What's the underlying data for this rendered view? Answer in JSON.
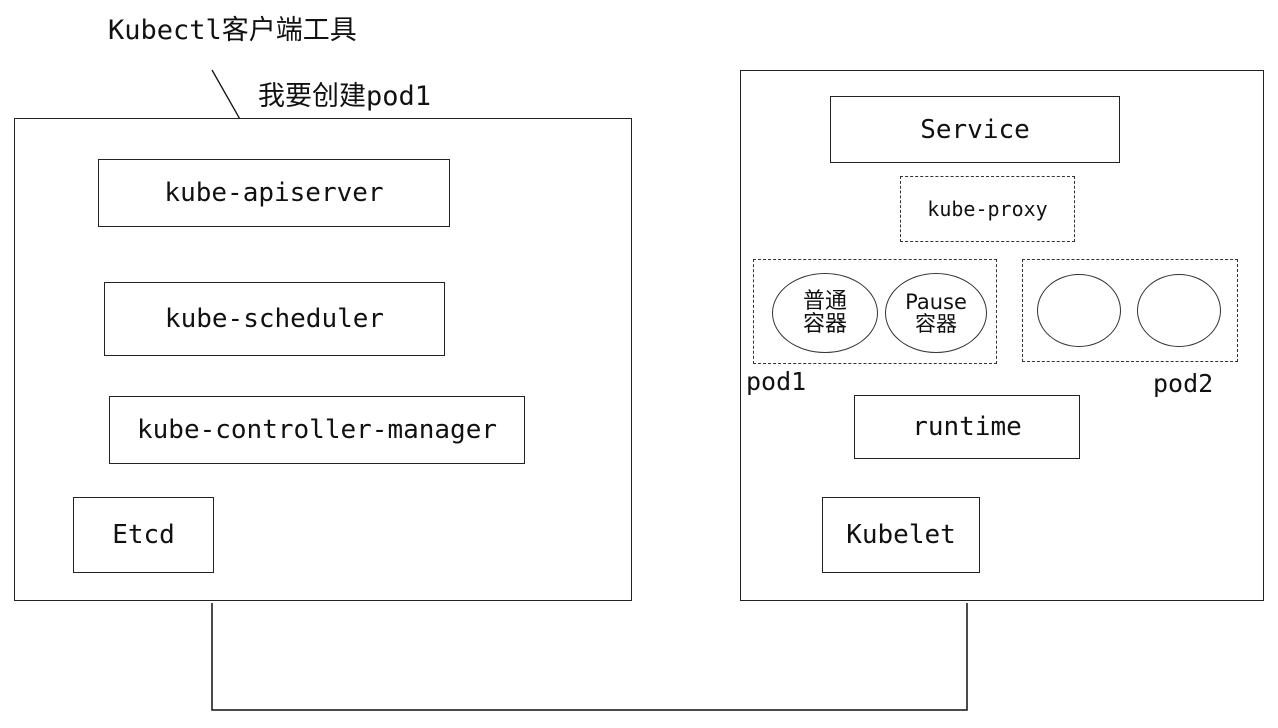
{
  "annotations": {
    "client_tool": "Kubectl客户端工具",
    "create_request": "我要创建pod1"
  },
  "master": {
    "apiserver": "kube-apiserver",
    "scheduler": "kube-scheduler",
    "controller_manager": "kube-controller-manager",
    "etcd": "Etcd"
  },
  "node": {
    "service": "Service",
    "kube_proxy": "kube-proxy",
    "pod1": {
      "label": "pod1",
      "container_normal": {
        "line1": "普通",
        "line2": "容器"
      },
      "container_pause": {
        "line1": "Pause",
        "line2": "容器"
      }
    },
    "pod2": {
      "label": "pod2"
    },
    "runtime": "runtime",
    "kubelet": "Kubelet"
  }
}
